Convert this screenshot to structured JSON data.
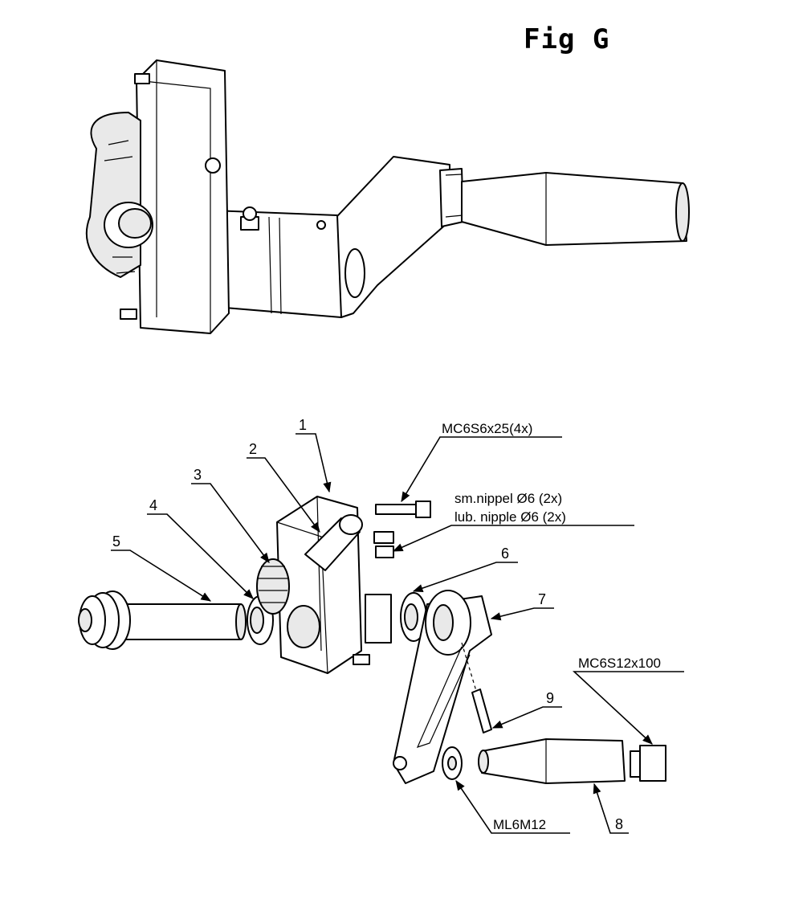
{
  "title": "Fig G",
  "callouts": {
    "c1": "1",
    "c2": "2",
    "c3": "3",
    "c4": "4",
    "c5": "5",
    "c6": "6",
    "c7": "7",
    "c8": "8",
    "c9": "9"
  },
  "codes": {
    "screw_small": "MC6S6x25(4x)",
    "nipple_nl": "sm.nippel Ø6 (2x)",
    "nipple_en": "lub. nipple Ø6 (2x)",
    "screw_large": "MC6S12x100",
    "nut": "ML6M12"
  }
}
